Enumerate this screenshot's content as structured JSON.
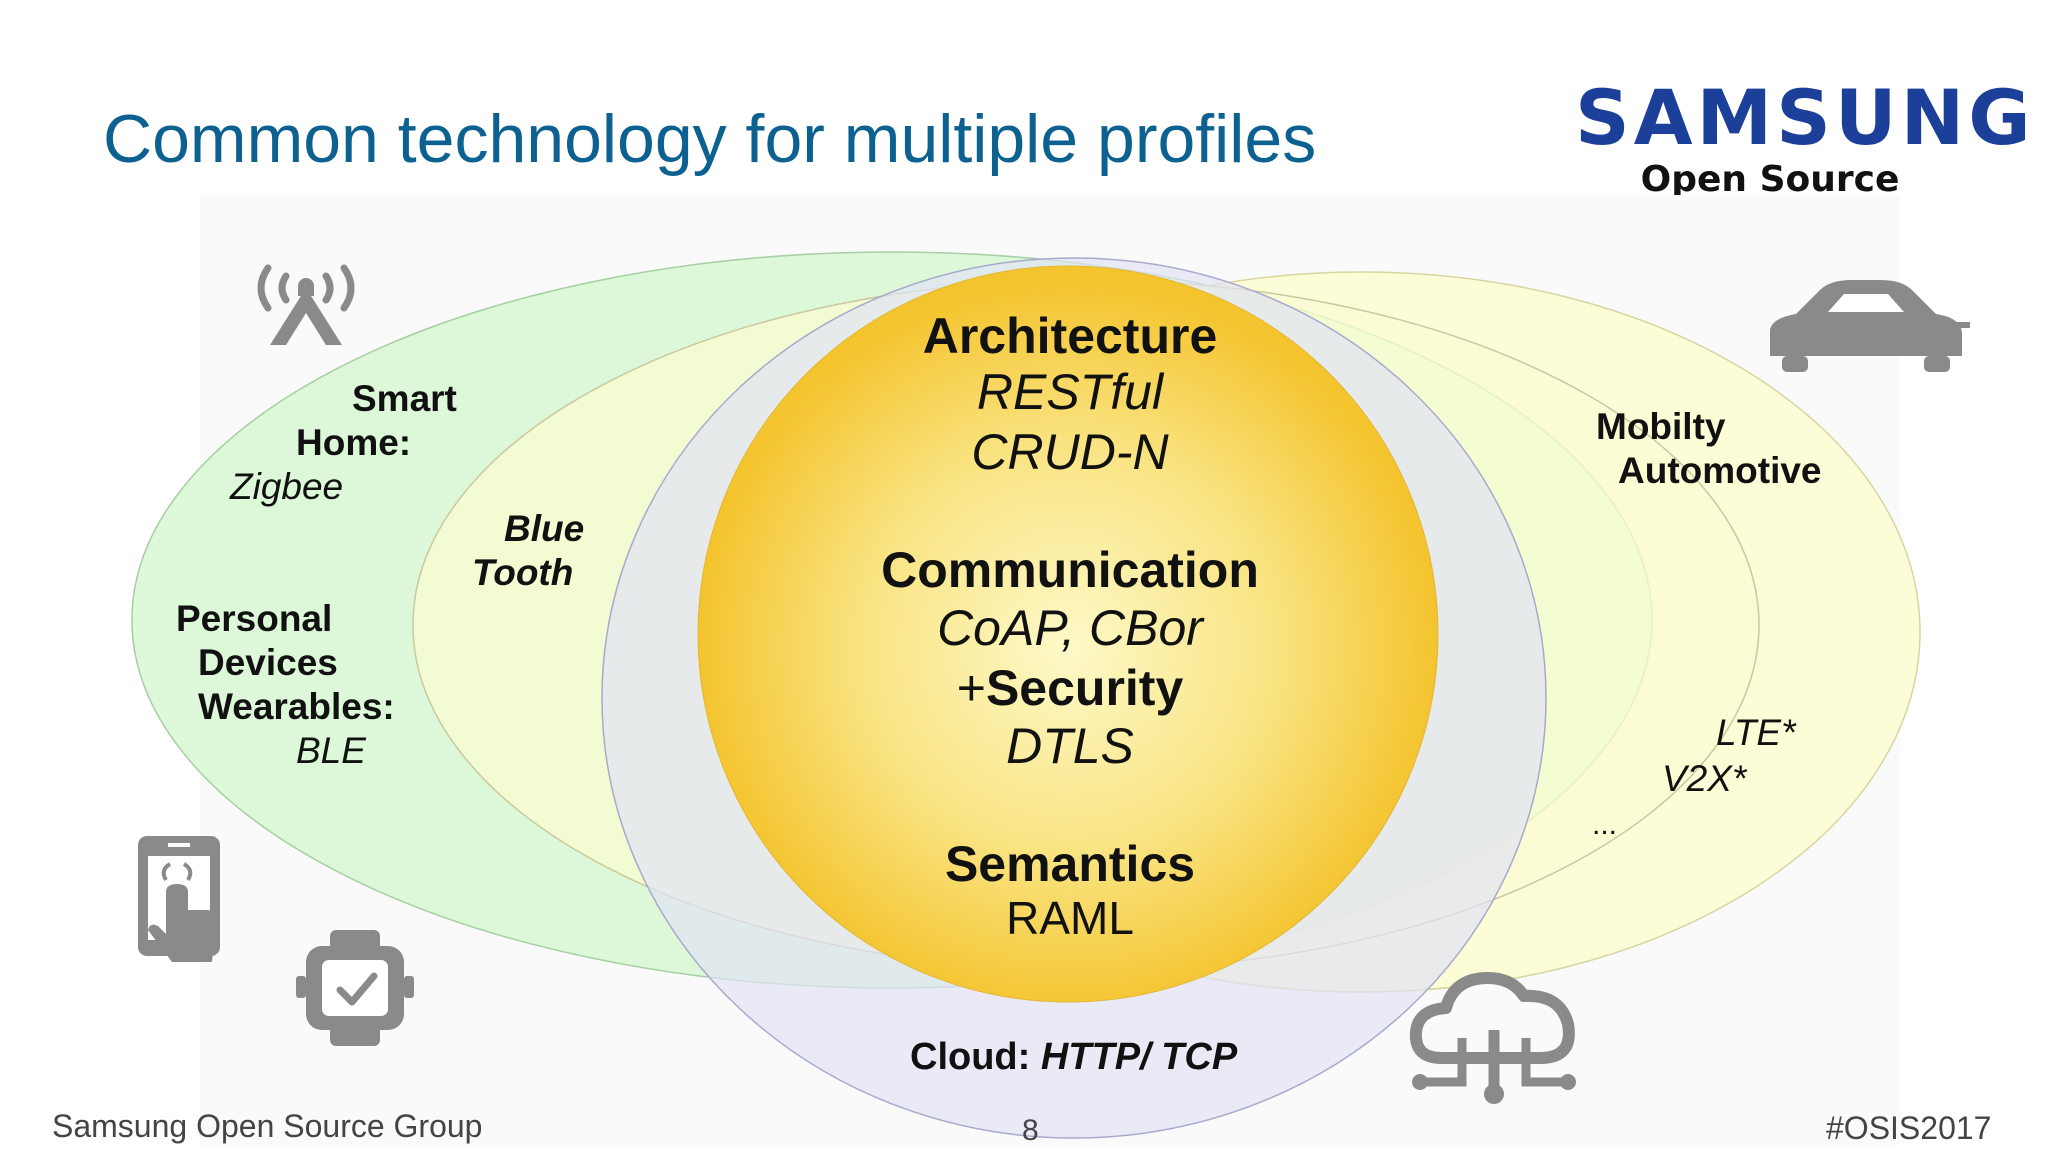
{
  "title": "Common technology for multiple profiles",
  "logo": {
    "brand": "SAMSUNG",
    "subtitle": "Open Source Group"
  },
  "core": {
    "architecture": {
      "heading": "Architecture",
      "items": [
        "RESTful",
        "CRUD-N"
      ]
    },
    "communication": {
      "heading": "Communication",
      "item": "CoAP, CBor"
    },
    "security": {
      "plus": "+",
      "heading": "Security",
      "item": "DTLS"
    },
    "semantics": {
      "heading": "Semantics",
      "item": "RAML"
    }
  },
  "profiles": {
    "smart_home": {
      "line1": "Smart",
      "line2": "Home:",
      "tech": "Zigbee"
    },
    "personal": {
      "line1": "Personal",
      "line2": "Devices",
      "line3": "Wearables:",
      "tech": "BLE"
    },
    "bluetooth": {
      "line1": "Blue",
      "line2": "Tooth"
    },
    "mobility": {
      "line1": "Mobilty",
      "line2": "Automotive",
      "tech1": "LTE*",
      "tech2": "V2X*",
      "more": "..."
    },
    "cloud": {
      "label": "Cloud:",
      "tech": "HTTP/ TCP"
    }
  },
  "icons": [
    "antenna-icon",
    "car-icon",
    "touch-tablet-icon",
    "smartwatch-icon",
    "cloud-network-icon"
  ],
  "colors": {
    "title": "#0d6191",
    "brand": "#1c3f9a",
    "core_center": "#fdf9c8",
    "core_edge": "#f4c42e",
    "green_ellipse": "#d4f8cf",
    "yellow_ellipse": "#fcfcd0",
    "lavender_circle": "#e1e3f4",
    "icon": "#8a8a8a"
  },
  "footer": {
    "left": "Samsung Open Source Group",
    "page": "8",
    "right": "#OSIS2017"
  }
}
